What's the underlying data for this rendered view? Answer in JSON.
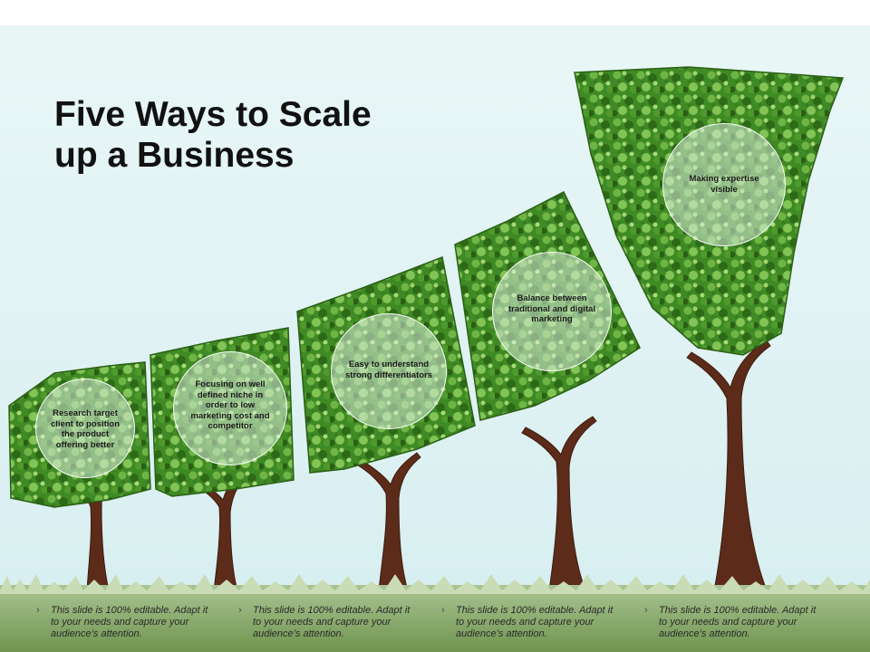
{
  "slide": {
    "title": "Five Ways to Scale up a Business",
    "title_line_1": "Five Ways to Scale",
    "title_line_2": "up a Business"
  },
  "steps": [
    {
      "label": "Research target client to position the product offering better"
    },
    {
      "label": "Focusing on well defined niche in order to low marketing cost and competitor"
    },
    {
      "label": "Easy to understand strong differentiators"
    },
    {
      "label": "Balance between traditional and digital marketing"
    },
    {
      "label": "Making expertise visible"
    }
  ],
  "notes": [
    {
      "text": "This slide is 100% editable. Adapt it to your needs and capture your audience’s attention."
    },
    {
      "text": "This slide is 100% editable. Adapt it to your needs and capture your audience’s attention."
    },
    {
      "text": "This slide is 100% editable. Adapt it to your needs and capture your audience’s attention."
    },
    {
      "text": "This slide is 100% editable. Adapt it to your needs and capture your audience’s attention."
    }
  ],
  "colors": {
    "foliage_dark": "#2f6b1c",
    "foliage_mid": "#4f9a2c",
    "foliage_light": "#8cc860",
    "trunk": "#5c2b1a",
    "grass": "#8fae74",
    "sky": "#e3f4f4"
  },
  "icons": {
    "note_bullet": "chevron-right-icon"
  }
}
